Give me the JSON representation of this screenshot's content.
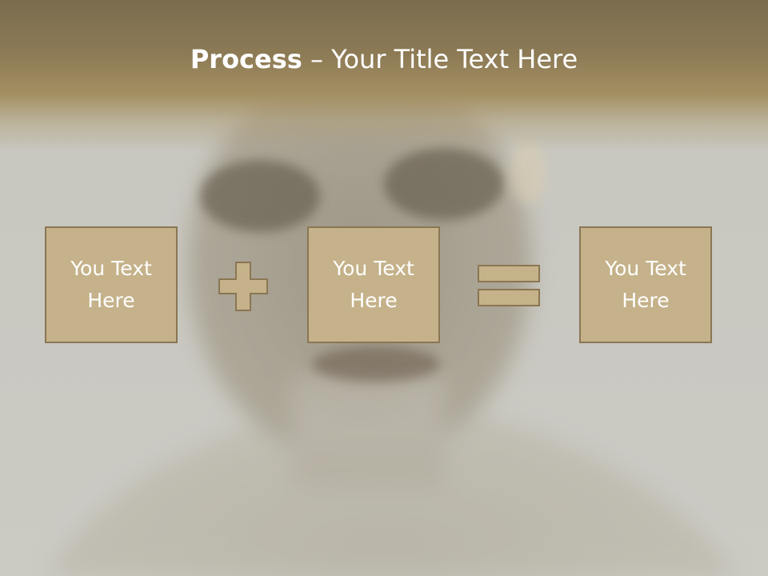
{
  "title": {
    "strong": "Process",
    "separator": " – ",
    "rest": "Your Title Text Here"
  },
  "boxes": [
    {
      "text": "You Text Here"
    },
    {
      "text": "You Text Here"
    },
    {
      "text": "You Text Here"
    }
  ],
  "operators": [
    "plus-icon",
    "equals-icon"
  ],
  "colors": {
    "band": "#8c7a55",
    "box_fill": "#c5b28a",
    "box_border": "#8a7654",
    "text": "#ffffff",
    "background": "#c9c8c1"
  }
}
